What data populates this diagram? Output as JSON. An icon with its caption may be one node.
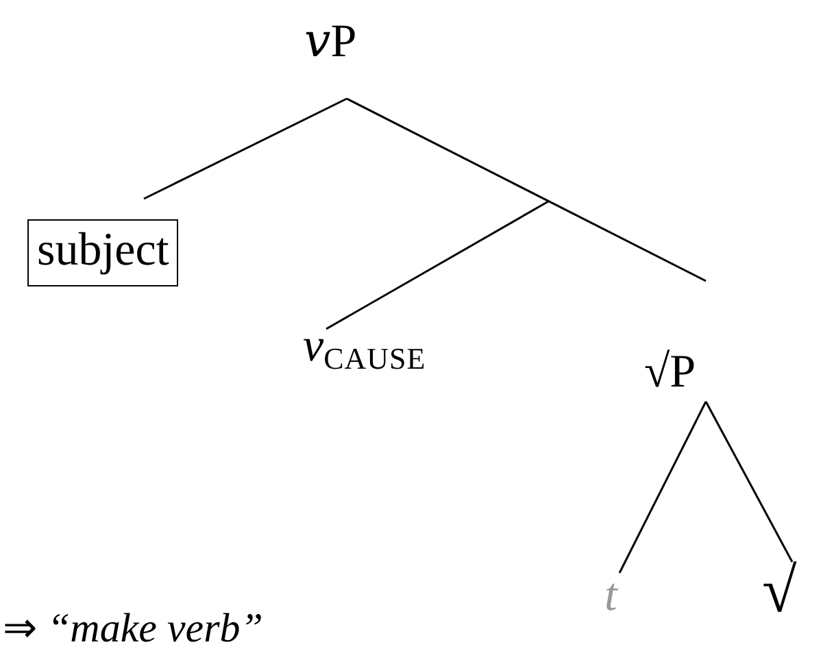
{
  "diagram": {
    "nodes": [
      {
        "text": [
          "𝑣P"
        ]
      },
      {
        "text": [
          "subject"
        ]
      },
      {
        "text": [
          "*v*$_{CAUSE}$"
        ]
      },
      {
        "text": [
          "√P"
        ]
      },
      {
        "text": [
          "t"
        ]
      },
      {
        "text": [
          "√"
        ]
      }
    ],
    "edges": [
      {
        "from": 0,
        "to": 1,
        "arrow": "none"
      },
      {
        "from": 0,
        "to": 3,
        "arrow": "none"
      },
      {
        "from": null,
        "to": 2,
        "arrow": "none"
      },
      {
        "from": 3,
        "to": 4,
        "arrow": "none"
      },
      {
        "from": 3,
        "to": 5,
        "arrow": "none"
      }
    ],
    "labels": [
      "⇒ *“make verb”*"
    ]
  }
}
